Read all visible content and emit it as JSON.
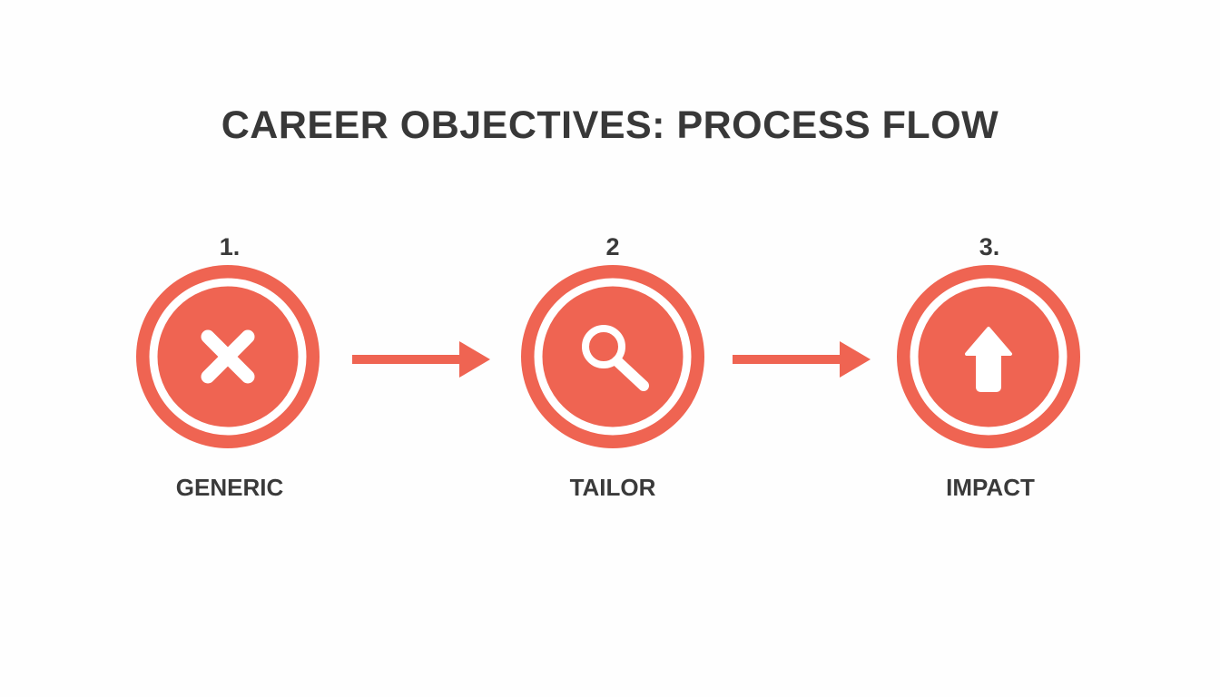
{
  "title": "CAREER OBJECTIVES: PROCESS FLOW",
  "colors": {
    "accent": "#EF6452",
    "ring": "#ffffff",
    "icon": "#ffffff",
    "text": "#3a3a3a"
  },
  "steps": [
    {
      "number": "1.",
      "label": "GENERIC",
      "icon": "close-icon"
    },
    {
      "number": "2",
      "label": "TAILOR",
      "icon": "search-icon"
    },
    {
      "number": "3.",
      "label": "IMPACT",
      "icon": "arrow-up-icon"
    }
  ],
  "connectors": [
    {
      "icon": "arrow-right-icon"
    },
    {
      "icon": "arrow-right-icon"
    }
  ]
}
